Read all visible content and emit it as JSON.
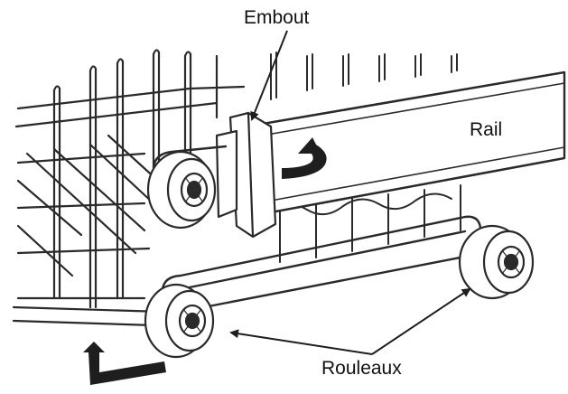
{
  "diagram": {
    "labels": {
      "embout": "Embout",
      "rail": "Rail",
      "rouleaux": "Rouleaux"
    },
    "colors": {
      "line": "#2a2a2a",
      "fill": "#ffffff",
      "arrow": "#1e1e1e"
    }
  }
}
